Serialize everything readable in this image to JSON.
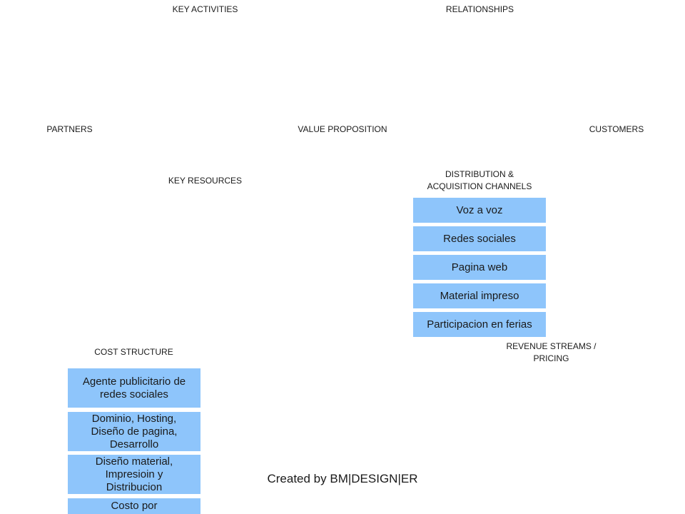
{
  "sections": {
    "key_activities": "KEY ACTIVITIES",
    "relationships": "RELATIONSHIPS",
    "partners": "PARTNERS",
    "value_proposition": "VALUE PROPOSITION",
    "customers": "CUSTOMERS",
    "key_resources": "KEY RESOURCES",
    "distribution": "DISTRIBUTION  &\nACQUISITION  CHANNELS",
    "cost_structure": "COST  STRUCTURE",
    "revenue_streams": "REVENUE  STREAMS  /\nPRICING"
  },
  "channels": [
    "Voz a voz",
    "Redes sociales",
    "Pagina web",
    "Material impreso",
    "Participacion en ferias"
  ],
  "costs": [
    "Agente publicitario de\nredes sociales",
    "Dominio, Hosting,\nDiseño de pagina,\nDesarrollo",
    "Diseño material,\nImpresioin y\nDistribucion",
    "Costo por\nparticipacion en ferias"
  ],
  "footer": "Created by BM|DESIGN|ER",
  "colors": {
    "box_fill": "#8ec5fb",
    "text": "#1a1a1a",
    "background": "#ffffff"
  }
}
